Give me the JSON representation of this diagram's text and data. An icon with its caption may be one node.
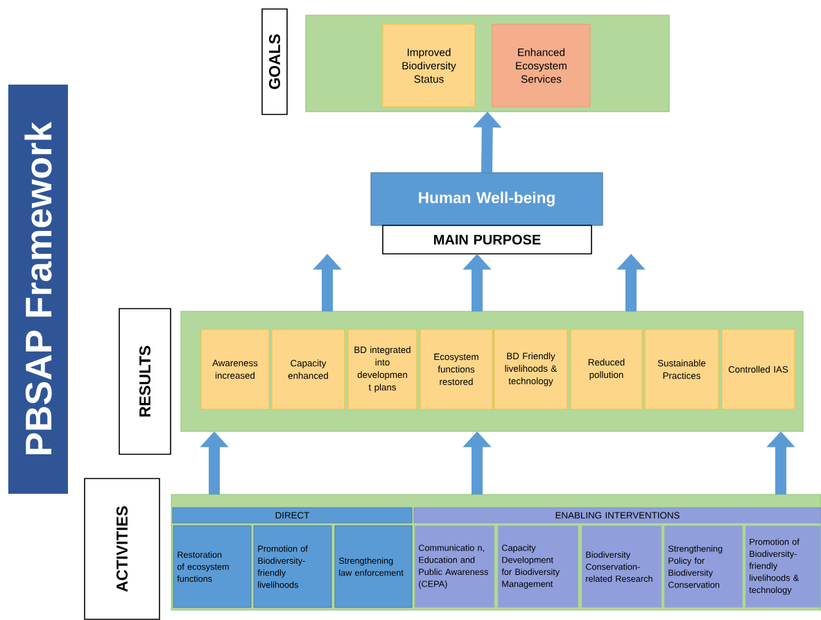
{
  "diagram": {
    "title": "PBSAP Framework",
    "nodes": [
      {
        "text": [
          "GOALS"
        ]
      },
      {
        "text": [],
        "shape": "box"
      },
      {
        "text": [
          "Improved Biodiversity Status"
        ],
        "in": 1
      },
      {
        "text": [
          "Enhanced Ecosystem Services"
        ],
        "in": 1
      },
      {
        "text": [
          "Human Well-being"
        ]
      },
      {
        "text": [
          "MAIN PURPOSE"
        ]
      },
      {
        "text": [
          "RESULTS"
        ]
      },
      {
        "text": [],
        "shape": "box"
      },
      {
        "text": [
          "Awareness increased"
        ],
        "in": 7
      },
      {
        "text": [
          "Capacity enhanced"
        ],
        "in": 7
      },
      {
        "text": [
          "BD integrated into developmen t plans"
        ],
        "in": 7
      },
      {
        "text": [
          "Ecosystem functions restored"
        ],
        "in": 7
      },
      {
        "text": [
          "BD Friendly livelihoods & technology"
        ],
        "in": 7
      },
      {
        "text": [
          "Reduced pollution"
        ],
        "in": 7
      },
      {
        "text": [
          "Sustainable Practices"
        ],
        "in": 7
      },
      {
        "text": [
          "Controlled IAS"
        ],
        "in": 7
      },
      {
        "text": [
          "ACTIVITIES"
        ]
      },
      {
        "text": [],
        "shape": "box"
      },
      {
        "text": [
          "DIRECT"
        ],
        "in": 17
      },
      {
        "text": [
          "ENABLING INTERVENTIONS"
        ],
        "in": 17
      },
      {
        "text": [
          "Restoration of ecosystem functions"
        ],
        "in": 17
      },
      {
        "text": [
          "Promotion of Biodiversity-friendly livelihoods"
        ],
        "in": 17
      },
      {
        "text": [
          "Strengthening law enforcement"
        ],
        "in": 17
      },
      {
        "text": [
          "Communicatio n, Education and Public Awareness (CEPA)"
        ],
        "in": 17
      },
      {
        "text": [
          "Capacity Development for Biodiversity Management"
        ],
        "in": 17
      },
      {
        "text": [
          "Biodiversity Conservation-related Research"
        ],
        "in": 17
      },
      {
        "text": [
          "Strengthening Policy for Biodiversity Conservation"
        ],
        "in": 17
      },
      {
        "text": [
          "Promotion of Biodiversity-friendly livelihoods & technology"
        ],
        "in": 17
      }
    ],
    "edges": [
      {
        "from": 4,
        "to": 1,
        "arrow": "to"
      },
      {
        "from": 7,
        "to": null,
        "arrow": "to"
      },
      {
        "from": 7,
        "to": 5,
        "arrow": "to"
      },
      {
        "from": 7,
        "to": null,
        "arrow": "to"
      },
      {
        "from": 17,
        "to": 7,
        "arrow": "to"
      },
      {
        "from": 17,
        "to": 7,
        "arrow": "to"
      },
      {
        "from": 17,
        "to": 7,
        "arrow": "to"
      }
    ]
  }
}
